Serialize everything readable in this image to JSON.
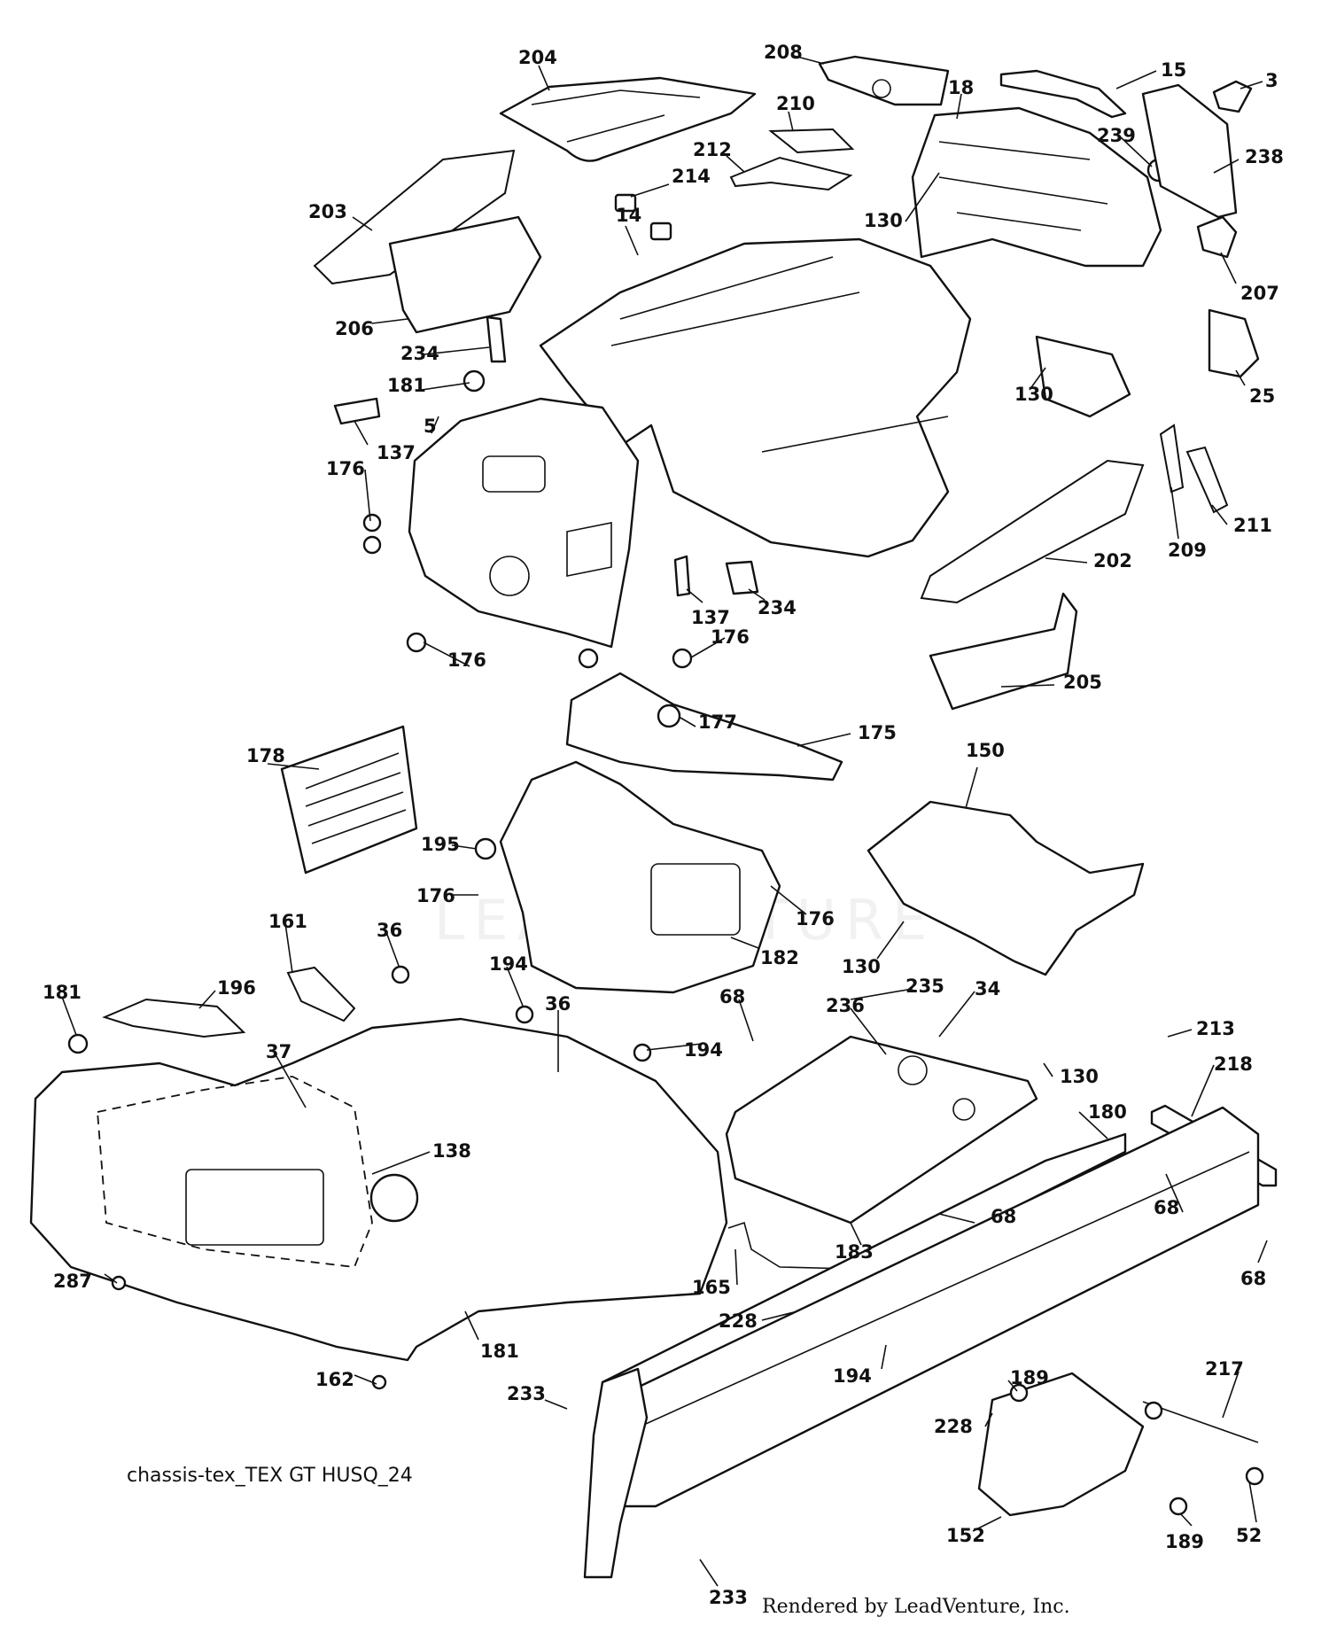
{
  "diagram": {
    "caption": "chassis-tex_TEX GT HUSQ_24",
    "credit": "Rendered by LeadVenture, Inc.",
    "watermark": "LEADVENTURE",
    "callouts": [
      {
        "id": "c204",
        "label": "204"
      },
      {
        "id": "c208",
        "label": "208"
      },
      {
        "id": "c15",
        "label": "15"
      },
      {
        "id": "c3",
        "label": "3"
      },
      {
        "id": "c210",
        "label": "210"
      },
      {
        "id": "c18",
        "label": "18"
      },
      {
        "id": "c212",
        "label": "212"
      },
      {
        "id": "c214",
        "label": "214"
      },
      {
        "id": "c239",
        "label": "239"
      },
      {
        "id": "c238",
        "label": "238"
      },
      {
        "id": "c203",
        "label": "203"
      },
      {
        "id": "c130a",
        "label": "130"
      },
      {
        "id": "c14",
        "label": "14"
      },
      {
        "id": "c207",
        "label": "207"
      },
      {
        "id": "c206",
        "label": "206"
      },
      {
        "id": "c234a",
        "label": "234"
      },
      {
        "id": "c130b",
        "label": "130"
      },
      {
        "id": "c25",
        "label": "25"
      },
      {
        "id": "c181a",
        "label": "181"
      },
      {
        "id": "c137a",
        "label": "137"
      },
      {
        "id": "c5",
        "label": "5"
      },
      {
        "id": "c176a",
        "label": "176"
      },
      {
        "id": "c202",
        "label": "202"
      },
      {
        "id": "c209",
        "label": "209"
      },
      {
        "id": "c211",
        "label": "211"
      },
      {
        "id": "c137b",
        "label": "137"
      },
      {
        "id": "c234b",
        "label": "234"
      },
      {
        "id": "c176b",
        "label": "176"
      },
      {
        "id": "c176c",
        "label": "176"
      },
      {
        "id": "c205",
        "label": "205"
      },
      {
        "id": "c177",
        "label": "177"
      },
      {
        "id": "c175",
        "label": "175"
      },
      {
        "id": "c178",
        "label": "178"
      },
      {
        "id": "c150",
        "label": "150"
      },
      {
        "id": "c195",
        "label": "195"
      },
      {
        "id": "c176d",
        "label": "176"
      },
      {
        "id": "c176e",
        "label": "176"
      },
      {
        "id": "c161",
        "label": "161"
      },
      {
        "id": "c36a",
        "label": "36"
      },
      {
        "id": "c130c",
        "label": "130"
      },
      {
        "id": "c182",
        "label": "182"
      },
      {
        "id": "c181b",
        "label": "181"
      },
      {
        "id": "c196",
        "label": "196"
      },
      {
        "id": "c194a",
        "label": "194"
      },
      {
        "id": "c235",
        "label": "235"
      },
      {
        "id": "c68a",
        "label": "68"
      },
      {
        "id": "c34",
        "label": "34"
      },
      {
        "id": "c36b",
        "label": "36"
      },
      {
        "id": "c236",
        "label": "236"
      },
      {
        "id": "c194b",
        "label": "194"
      },
      {
        "id": "c130d",
        "label": "130"
      },
      {
        "id": "c213",
        "label": "213"
      },
      {
        "id": "c37",
        "label": "37"
      },
      {
        "id": "c218",
        "label": "218"
      },
      {
        "id": "c180",
        "label": "180"
      },
      {
        "id": "c138",
        "label": "138"
      },
      {
        "id": "c68b",
        "label": "68"
      },
      {
        "id": "c68c",
        "label": "68"
      },
      {
        "id": "c183",
        "label": "183"
      },
      {
        "id": "c68d",
        "label": "68"
      },
      {
        "id": "c287",
        "label": "287"
      },
      {
        "id": "c165",
        "label": "165"
      },
      {
        "id": "c228a",
        "label": "228"
      },
      {
        "id": "c181c",
        "label": "181"
      },
      {
        "id": "c162",
        "label": "162"
      },
      {
        "id": "c194c",
        "label": "194"
      },
      {
        "id": "c233a",
        "label": "233"
      },
      {
        "id": "c189a",
        "label": "189"
      },
      {
        "id": "c217",
        "label": "217"
      },
      {
        "id": "c228b",
        "label": "228"
      },
      {
        "id": "c52",
        "label": "52"
      },
      {
        "id": "c189b",
        "label": "189"
      },
      {
        "id": "c152",
        "label": "152"
      },
      {
        "id": "c233b",
        "label": "233"
      }
    ]
  }
}
